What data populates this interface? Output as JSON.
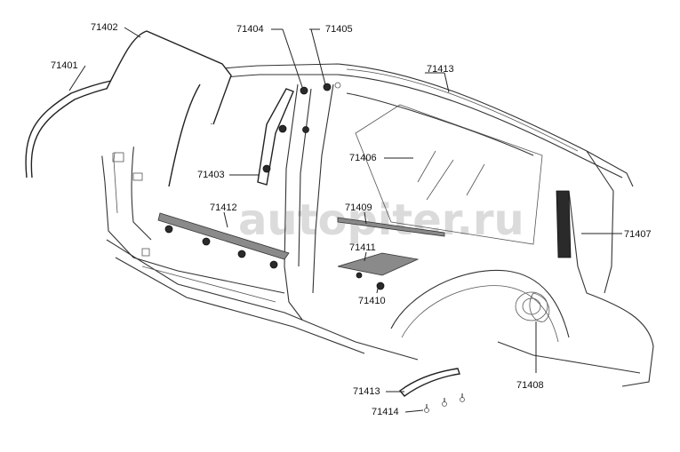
{
  "diagram": {
    "labels": {
      "p71401": "71401",
      "p71402": "71402",
      "p71403": "71403",
      "p71404": "71404",
      "p71405": "71405",
      "p71406": "71406",
      "p71407": "71407",
      "p71408": "71408",
      "p71409": "71409",
      "p71410": "71410",
      "p71411": "71411",
      "p71412": "71412",
      "p71413_top": "71413",
      "p71413_bottom": "71413",
      "p71414": "71414"
    },
    "watermark": "autopiter.ru"
  }
}
